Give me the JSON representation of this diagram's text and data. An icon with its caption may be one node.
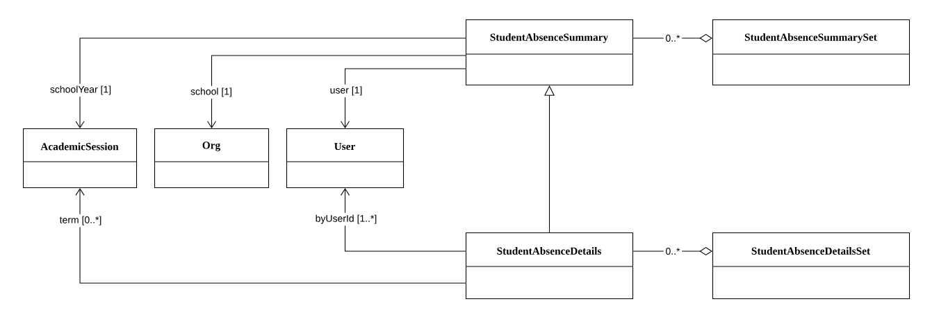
{
  "diagram": {
    "nodes": [
      {
        "text": [
          "StudentAbsenceSummary"
        ]
      },
      {
        "text": [
          "StudentAbsenceSummarySet"
        ]
      },
      {
        "text": [
          "AcademicSession"
        ]
      },
      {
        "text": [
          "Org"
        ]
      },
      {
        "text": [
          "User"
        ]
      },
      {
        "text": [
          "StudentAbsenceDetails"
        ]
      },
      {
        "text": [
          "StudentAbsenceDetailsSet"
        ]
      }
    ],
    "edges": [
      {
        "from": 0,
        "to": 2,
        "arrow": "to",
        "label": "schoolYear [1]"
      },
      {
        "from": 0,
        "to": 3,
        "arrow": "to",
        "label": "school [1]"
      },
      {
        "from": 0,
        "to": 4,
        "arrow": "to",
        "label": "user [1]"
      },
      {
        "from": 0,
        "to": 1,
        "arrow": "other",
        "label": "0..*"
      },
      {
        "from": 5,
        "to": 0,
        "arrow": "to"
      },
      {
        "from": 5,
        "to": 4,
        "arrow": "to",
        "label": "byUserId [1..*]"
      },
      {
        "from": 5,
        "to": 2,
        "arrow": "to",
        "label": "term [0..*]"
      },
      {
        "from": 5,
        "to": 6,
        "arrow": "other",
        "label": "0..*"
      }
    ]
  }
}
